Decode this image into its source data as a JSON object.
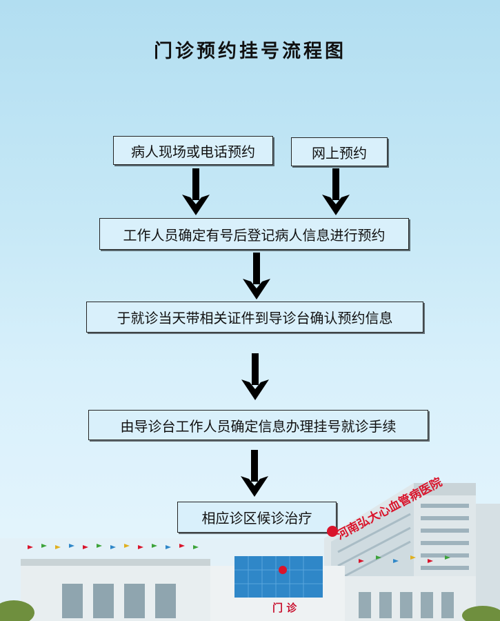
{
  "title": "门诊预约挂号流程图",
  "steps": {
    "onsite_phone": "病人现场或电话预约",
    "online": "网上预约",
    "staff_register": "工作人员确定有号后登记病人信息进行预约",
    "confirm_at_desk": "于就诊当天带相关证件到导诊台确认预约信息",
    "handle_registration": "由导诊台工作人员确定信息办理挂号就诊手续",
    "wait_for_treatment": "相应诊区候诊治疗"
  },
  "building": {
    "sign": "河南弘大心血管病医院",
    "entrance": "门  诊"
  },
  "colors": {
    "sky_top": "#b2def1",
    "box_fill": "#d9f0fb",
    "arrow": "#000000",
    "sign_red": "#d9142b"
  }
}
